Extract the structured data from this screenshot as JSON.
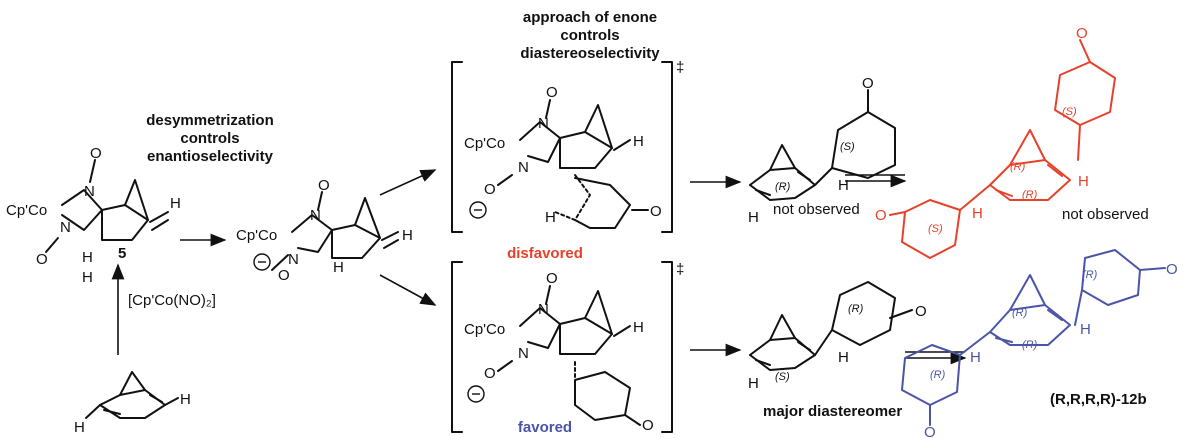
{
  "labels": {
    "desym_title": [
      "desymmetrization",
      "controls",
      "enantioselectivity"
    ],
    "approach_title": [
      "approach of enone",
      "controls",
      "diastereoselectivity"
    ],
    "reagent": "[Cp'Co(NO)₂]",
    "compound5": "5",
    "disfavored": "disfavored",
    "favored": "favored",
    "not_observed_1": "not observed",
    "not_observed_2": "not observed",
    "major": "major diastereomer",
    "product": "(R,R,R,R)-12b",
    "cpco": "Cp'Co",
    "dagger": "‡",
    "stereo_R": "(R)",
    "stereo_S": "(S)"
  },
  "colors": {
    "red": "#e8412a",
    "blue": "#4a55a8",
    "black": "#111111"
  }
}
